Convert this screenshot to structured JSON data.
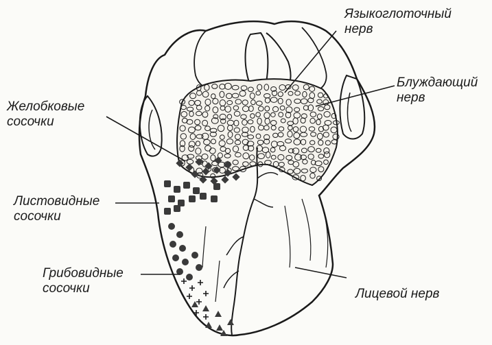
{
  "labels": {
    "glossopharyngeal": {
      "line1": "Языкоглоточный",
      "line2": "нерв"
    },
    "vagus": {
      "line1": "Блуждающий",
      "line2": "нерв"
    },
    "circumvallate": {
      "line1": "Желобковые",
      "line2": "сосочки"
    },
    "foliate": {
      "line1": "Листовидные",
      "line2": "сосочки"
    },
    "fungiform": {
      "line1": "Грибовидные",
      "line2": "сосочки"
    },
    "facial": {
      "line1": "Лицевой нерв"
    }
  },
  "colors": {
    "ink": "#1a1a1a",
    "background": "#fbfbf8",
    "papilla_fill": "#3a3a3a"
  }
}
